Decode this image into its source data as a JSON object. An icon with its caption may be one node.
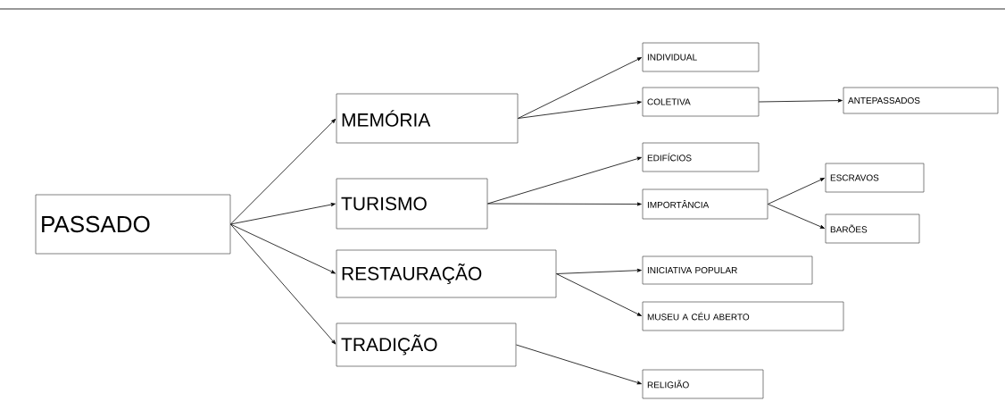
{
  "diagram": {
    "nodes": [
      {
        "text": [
          "PASSADO"
        ]
      },
      {
        "text": [
          "MEMÓRIA"
        ]
      },
      {
        "text": [
          "TURISMO"
        ]
      },
      {
        "text": [
          "RESTAURAÇÃO"
        ]
      },
      {
        "text": [
          "TRADIÇÃO"
        ]
      },
      {
        "text": [
          "INDIVIDUAL"
        ]
      },
      {
        "text": [
          "COLETIVA"
        ]
      },
      {
        "text": [
          "ANTEPASSADOS"
        ]
      },
      {
        "text": [
          "EDIFÍCIOS"
        ]
      },
      {
        "text": [
          "IMPORTÂNCIA"
        ]
      },
      {
        "text": [
          "ESCRAVOS"
        ]
      },
      {
        "text": [
          "BARÕES"
        ]
      },
      {
        "text": [
          "INICIATIVA POPULAR"
        ]
      },
      {
        "text": [
          "MUSEU A CÉU ABERTO"
        ]
      },
      {
        "text": [
          "RELIGIÃO"
        ]
      }
    ],
    "edges": [
      {
        "from": 0,
        "to": 1,
        "arrow": "to"
      },
      {
        "from": 0,
        "to": 2,
        "arrow": "to"
      },
      {
        "from": 0,
        "to": 3,
        "arrow": "to"
      },
      {
        "from": 0,
        "to": 4,
        "arrow": "to"
      },
      {
        "from": 1,
        "to": 5,
        "arrow": "to"
      },
      {
        "from": 1,
        "to": 6,
        "arrow": "to"
      },
      {
        "from": 6,
        "to": 7,
        "arrow": "to"
      },
      {
        "from": 2,
        "to": 8,
        "arrow": "to"
      },
      {
        "from": 2,
        "to": 9,
        "arrow": "to"
      },
      {
        "from": 9,
        "to": 10,
        "arrow": "to"
      },
      {
        "from": 9,
        "to": 11,
        "arrow": "to"
      },
      {
        "from": 3,
        "to": 12,
        "arrow": "to"
      },
      {
        "from": 3,
        "to": 13,
        "arrow": "to"
      },
      {
        "from": 4,
        "to": 14,
        "arrow": "to"
      }
    ]
  }
}
